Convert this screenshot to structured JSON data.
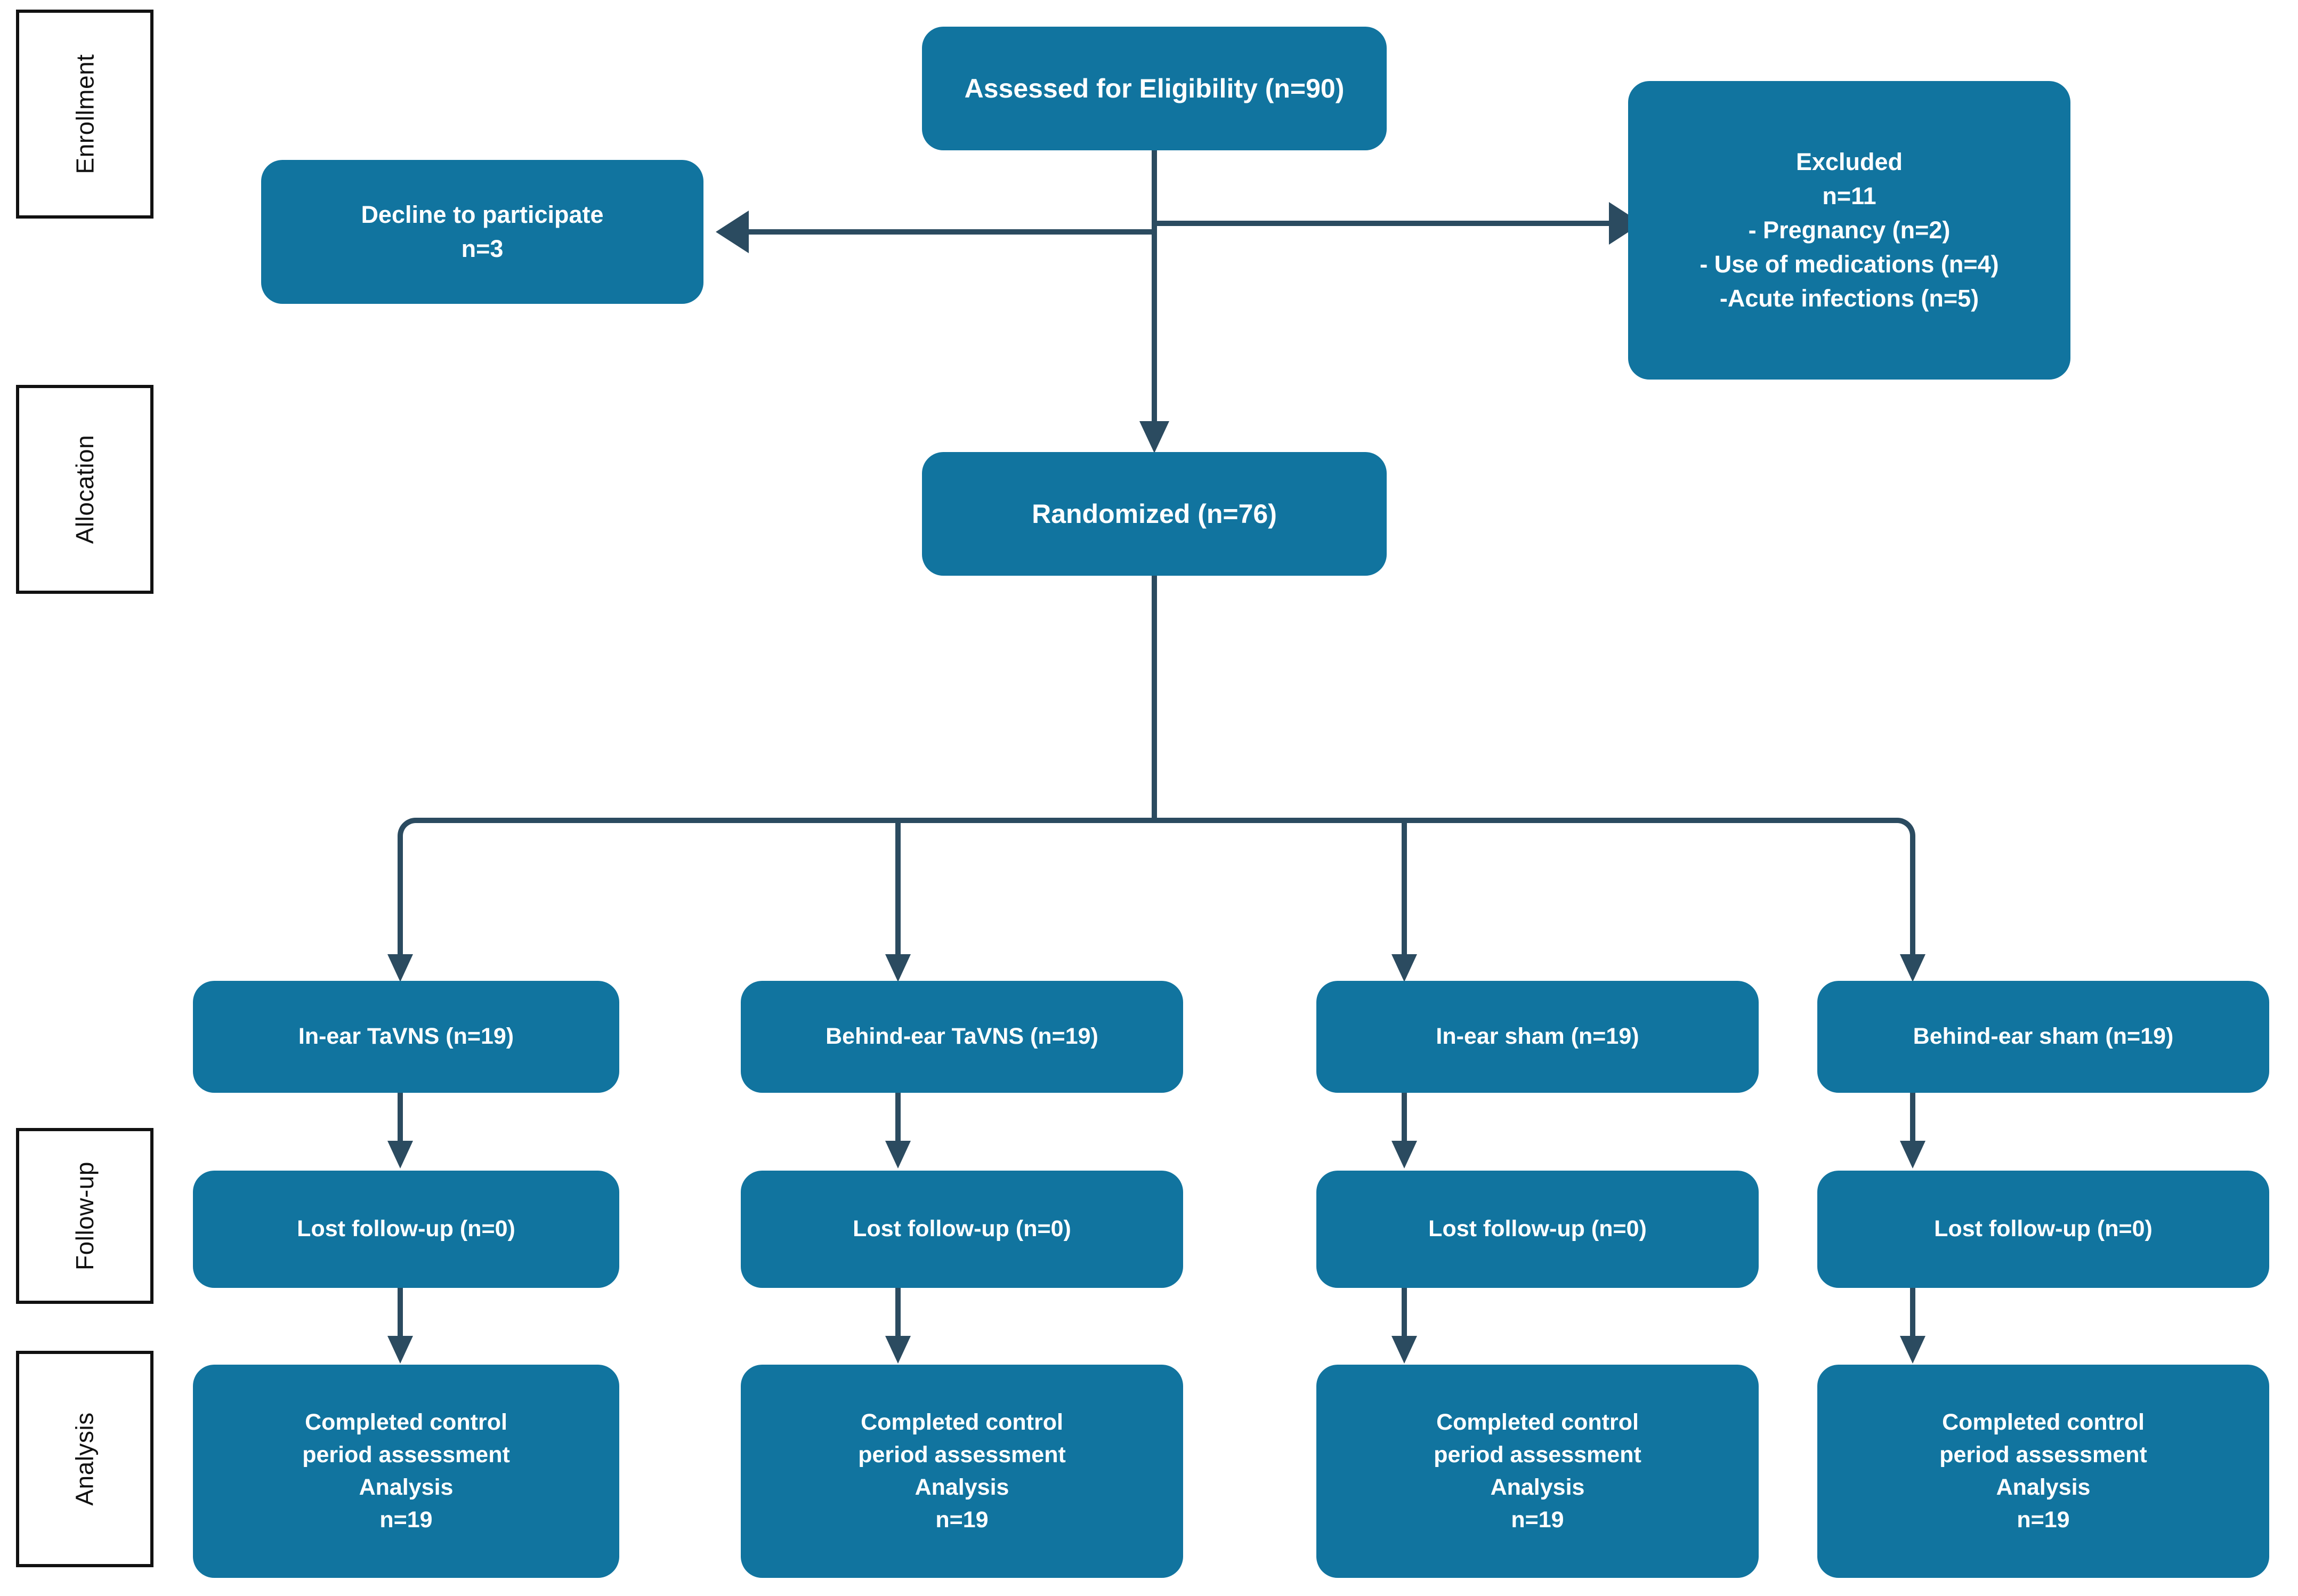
{
  "diagram": {
    "type": "consort-flow-diagram",
    "title": "CONSORT participant flow diagram",
    "colors": {
      "node_fill": "#11749f",
      "node_text": "#ffffff",
      "connector": "#2b4b60",
      "stage_label_border": "#111111",
      "background": "#ffffff"
    }
  },
  "stages": [
    {
      "id": "enrollment",
      "label": "Enrollment"
    },
    {
      "id": "allocation",
      "label": "Allocation"
    },
    {
      "id": "followup",
      "label": "Follow-up"
    },
    {
      "id": "analysis",
      "label": "Analysis"
    }
  ],
  "nodes": {
    "assessed": {
      "lines": [
        "Assessed for Eligibility (n=90)"
      ]
    },
    "decline": {
      "lines": [
        "Decline to participate",
        "n=3"
      ]
    },
    "excluded": {
      "lines": [
        "Excluded",
        "n=11",
        "- Pregnancy (n=2)",
        "- Use of medications (n=4)",
        "-Acute infections (n=5)"
      ]
    },
    "randomized": {
      "lines": [
        "Randomized (n=76)"
      ]
    }
  },
  "arms": [
    {
      "id": "in-ear-tavns",
      "allocation": {
        "lines": [
          "In-ear TaVNS (n=19)"
        ]
      },
      "followup": {
        "lines": [
          "Lost follow-up (n=0)"
        ]
      },
      "analysis": {
        "lines": [
          "Completed control",
          "period assessment",
          "Analysis",
          "n=19"
        ]
      }
    },
    {
      "id": "behind-ear-tavns",
      "allocation": {
        "lines": [
          "Behind-ear TaVNS (n=19)"
        ]
      },
      "followup": {
        "lines": [
          "Lost follow-up (n=0)"
        ]
      },
      "analysis": {
        "lines": [
          "Completed control",
          "period assessment",
          "Analysis",
          "n=19"
        ]
      }
    },
    {
      "id": "in-ear-sham",
      "allocation": {
        "lines": [
          "In-ear sham (n=19)"
        ]
      },
      "followup": {
        "lines": [
          "Lost follow-up (n=0)"
        ]
      },
      "analysis": {
        "lines": [
          "Completed control",
          "period assessment",
          "Analysis",
          "n=19"
        ]
      }
    },
    {
      "id": "behind-ear-sham",
      "allocation": {
        "lines": [
          "Behind-ear sham (n=19)"
        ]
      },
      "followup": {
        "lines": [
          "Lost follow-up (n=0)"
        ]
      },
      "analysis": {
        "lines": [
          "Completed control",
          "period assessment",
          "Analysis",
          "n=19"
        ]
      }
    }
  ]
}
